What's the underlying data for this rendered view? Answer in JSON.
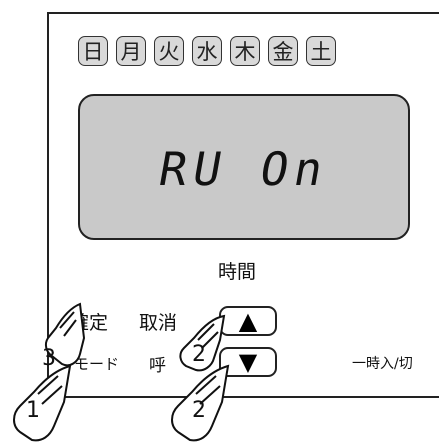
{
  "days": [
    "日",
    "月",
    "火",
    "水",
    "木",
    "金",
    "土"
  ],
  "display": {
    "text": "RU On"
  },
  "time_label": "時間",
  "buttons": {
    "confirm": "確定",
    "cancel": "取消",
    "mode": "モード",
    "call": "呼",
    "up_symbol": "▲",
    "down_symbol": "▼",
    "temporary": "一時入/切"
  },
  "steps": {
    "confirm_step": "3",
    "up_step": "2",
    "mode_step": "1",
    "down_step": "2"
  }
}
